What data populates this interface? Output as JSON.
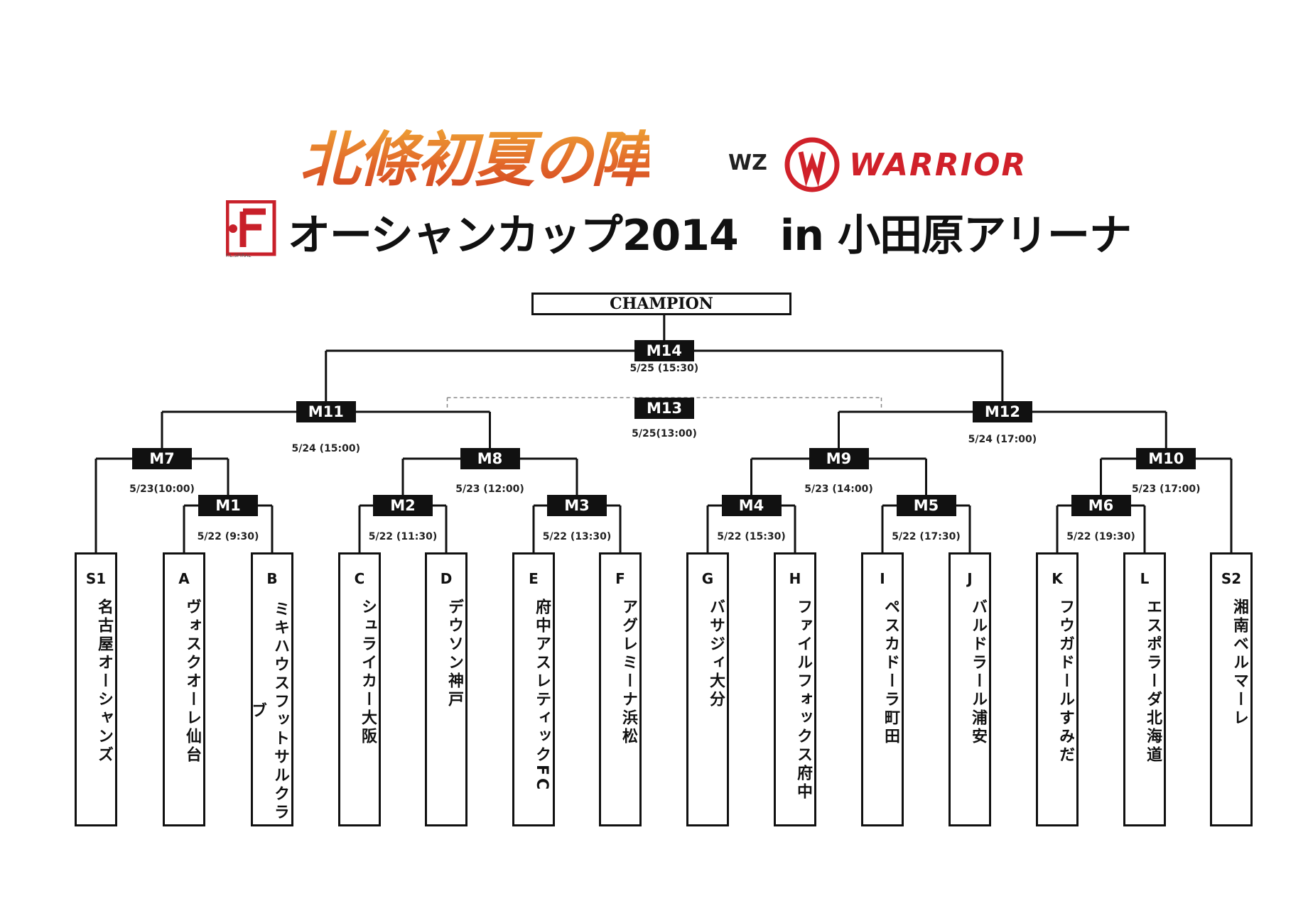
{
  "header": {
    "main_title": "北條初夏の陣",
    "wz": "WZ",
    "warrior_brand": "WARRIOR",
    "sub_title": "オーシャンカップ2014　in 小田原アリーナ",
    "fudosan_caption": "F.L.SPIRAL"
  },
  "bracket": {
    "champion_label": "CHAMPION",
    "matches": {
      "M1": {
        "label": "M1",
        "date": "5/22 (9:30)"
      },
      "M2": {
        "label": "M2",
        "date": "5/22 (11:30)"
      },
      "M3": {
        "label": "M3",
        "date": "5/22 (13:30)"
      },
      "M4": {
        "label": "M4",
        "date": "5/22 (15:30)"
      },
      "M5": {
        "label": "M5",
        "date": "5/22 (17:30)"
      },
      "M6": {
        "label": "M6",
        "date": "5/22 (19:30)"
      },
      "M7": {
        "label": "M7",
        "date": "5/23(10:00)"
      },
      "M8": {
        "label": "M8",
        "date": "5/23 (12:00)"
      },
      "M9": {
        "label": "M9",
        "date": "5/23 (14:00)"
      },
      "M10": {
        "label": "M10",
        "date": "5/23 (17:00)"
      },
      "M11": {
        "label": "M11",
        "date": "5/24 (15:00)"
      },
      "M12": {
        "label": "M12",
        "date": "5/24 (17:00)"
      },
      "M13": {
        "label": "M13",
        "date": "5/25(13:00)"
      },
      "M14": {
        "label": "M14",
        "date": "5/25 (15:30)"
      }
    },
    "teams": [
      {
        "code": "S1",
        "name": "名古屋オーシャンズ"
      },
      {
        "code": "A",
        "name": "ヴォスクオーレ仙台"
      },
      {
        "code": "B",
        "name": "ミキハウスフットサルクラブ"
      },
      {
        "code": "C",
        "name": "シュライカー大阪"
      },
      {
        "code": "D",
        "name": "デウソン神戸"
      },
      {
        "code": "E",
        "name": "府中アスレティックFC"
      },
      {
        "code": "F",
        "name": "アグレミーナ浜松"
      },
      {
        "code": "G",
        "name": "バサジィ大分"
      },
      {
        "code": "H",
        "name": "ファイルフォックス府中"
      },
      {
        "code": "I",
        "name": "ペスカドーラ町田"
      },
      {
        "code": "J",
        "name": "バルドラール浦安"
      },
      {
        "code": "K",
        "name": "フウガドールすみだ"
      },
      {
        "code": "L",
        "name": "エスポラーダ北海道"
      },
      {
        "code": "S2",
        "name": "湘南ベルマーレ"
      }
    ]
  },
  "colors": {
    "line": "#111111",
    "warrior_red": "#d0212a",
    "title_gold": "#f2b637",
    "title_red": "#cf3d1e"
  }
}
